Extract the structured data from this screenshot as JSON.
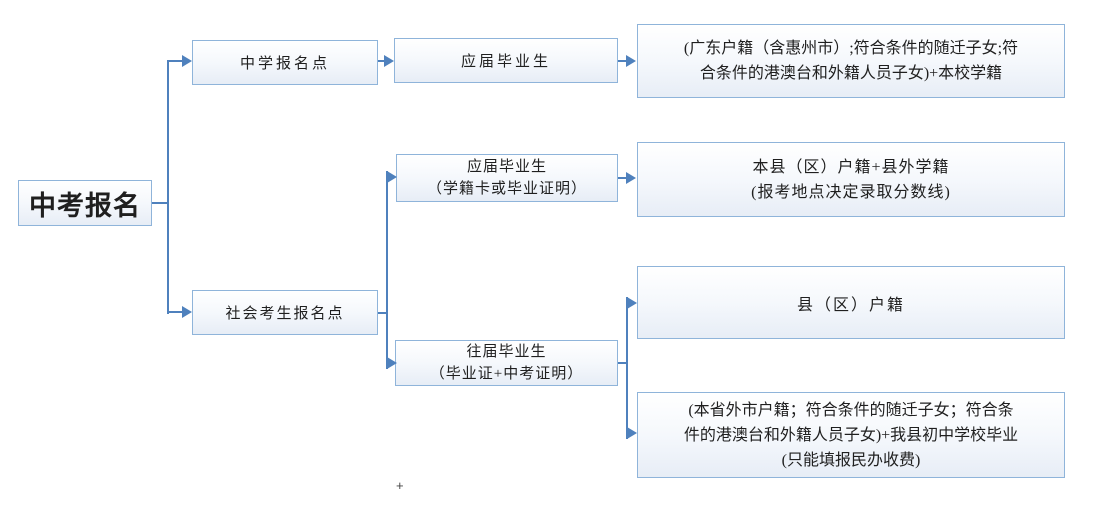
{
  "nodes": {
    "root": "中考报名",
    "school_point": "中学报名点",
    "social_point": "社会考生报名点",
    "fresh_grad_school": "应届毕业生",
    "fresh_grad_social": "应届毕业生\n（学籍卡或毕业证明）",
    "past_grad": "往届毕业生\n（毕业证+中考证明）",
    "school_result": "(广东户籍（含惠州市）;符合条件的随迁子女;符\n合条件的港澳台和外籍人员子女)+本校学籍",
    "fresh_social_result": "本县（区）户籍+县外学籍\n(报考地点决定录取分数线)",
    "past_result_local": "县（区）户籍",
    "past_result_other": "(本省外市户籍；符合条件的随迁子女；符合条\n件的港澳台和外籍人员子女)+我县初中学校毕业\n(只能填报民办收费)"
  },
  "stray_mark": "+",
  "colors": {
    "connector_line": "#4f81bd",
    "box_border": "#8fb4da",
    "box_fill_top": "#ffffff",
    "box_fill_bottom": "#e7edf6",
    "text": "#1f1f1f"
  }
}
